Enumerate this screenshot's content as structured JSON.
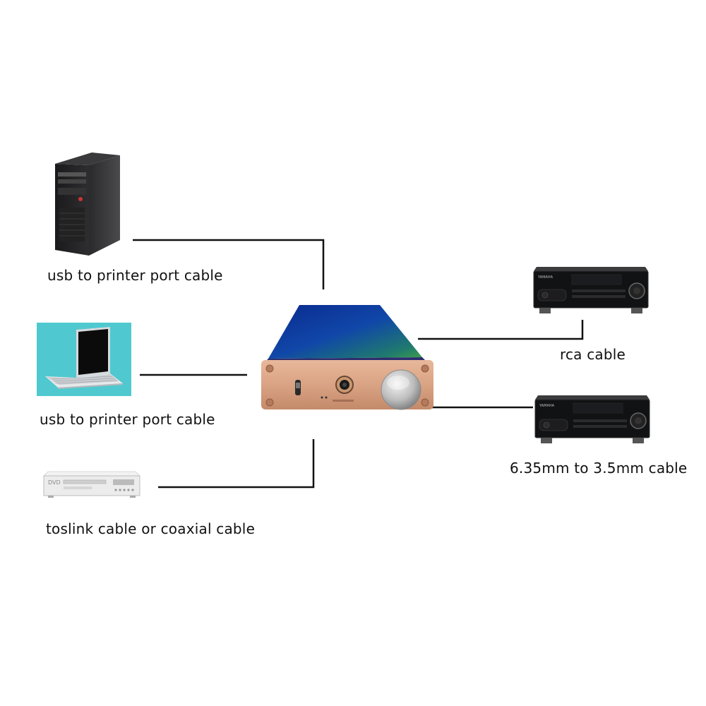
{
  "labels": {
    "computer": "usb to printer port cable",
    "laptop": "usb to printer port cable",
    "dvd": "toslink cable or coaxial cable",
    "receiver_top": "rca cable",
    "receiver_bottom": "6.35mm to 3.5mm cable"
  },
  "device_text": {
    "dvd_logo": "DVD",
    "receiver_brand": "YAMAHA"
  }
}
